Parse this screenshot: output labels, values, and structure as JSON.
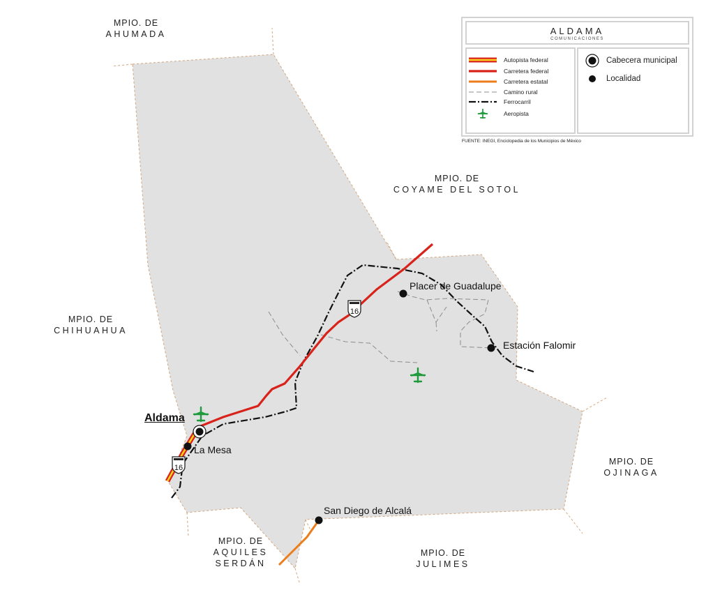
{
  "neighbors": {
    "ahumada": {
      "line1": "MPIO. DE",
      "line2": "AHUMADA"
    },
    "coyame": {
      "line1": "MPIO. DE",
      "line2": "COYAME DEL SOTOL"
    },
    "chihuahua": {
      "line1": "MPIO. DE",
      "line2": "CHIHUAHUA"
    },
    "ojinaga": {
      "line1": "MPIO. DE",
      "line2": "OJINAGA"
    },
    "aquiles": {
      "line1": "MPIO. DE",
      "line2": "AQUILES",
      "line3": "SERDÁN"
    },
    "julimes": {
      "line1": "MPIO. DE",
      "line2": "JULIMES"
    }
  },
  "places": {
    "cabecera": "Aldama",
    "la_mesa": "La Mesa",
    "placer": "Placer de Guadalupe",
    "falomir": "Estación Falomir",
    "san_diego": "San Diego de Alcalá"
  },
  "highway_shield": "16",
  "legend": {
    "title": "ALDAMA",
    "subtitle": "COMUNICACIONES",
    "items": [
      {
        "label": "Autopista federal",
        "icon": "autopista-swatch"
      },
      {
        "label": "Carretera federal",
        "icon": "carretera-federal-swatch"
      },
      {
        "label": "Carretera estatal",
        "icon": "carretera-estatal-swatch"
      },
      {
        "label": "Camino rural",
        "icon": "camino-rural-swatch"
      },
      {
        "label": "Ferrocarril",
        "icon": "ferrocarril-swatch"
      },
      {
        "label": "Aeropista",
        "icon": "airplane-icon"
      }
    ],
    "symbols": [
      {
        "label": "Cabecera municipal",
        "icon": "cabecera-icon"
      },
      {
        "label": "Localidad",
        "icon": "localidad-dot-icon"
      }
    ]
  },
  "source": "FUENTE: INEGI, Enciclopedia de los Municipios de México",
  "colors": {
    "territory": "#e1e1e1",
    "border": "#d2a57c",
    "autopista_red": "#d8231b",
    "autopista_yellow": "#f6d11d",
    "carretera_federal": "#d8231b",
    "carretera_estatal": "#ec7d1b",
    "camino_rural": "#8c8c8c",
    "ferrocarril": "#111111",
    "aeropista": "#1e9a3c"
  }
}
